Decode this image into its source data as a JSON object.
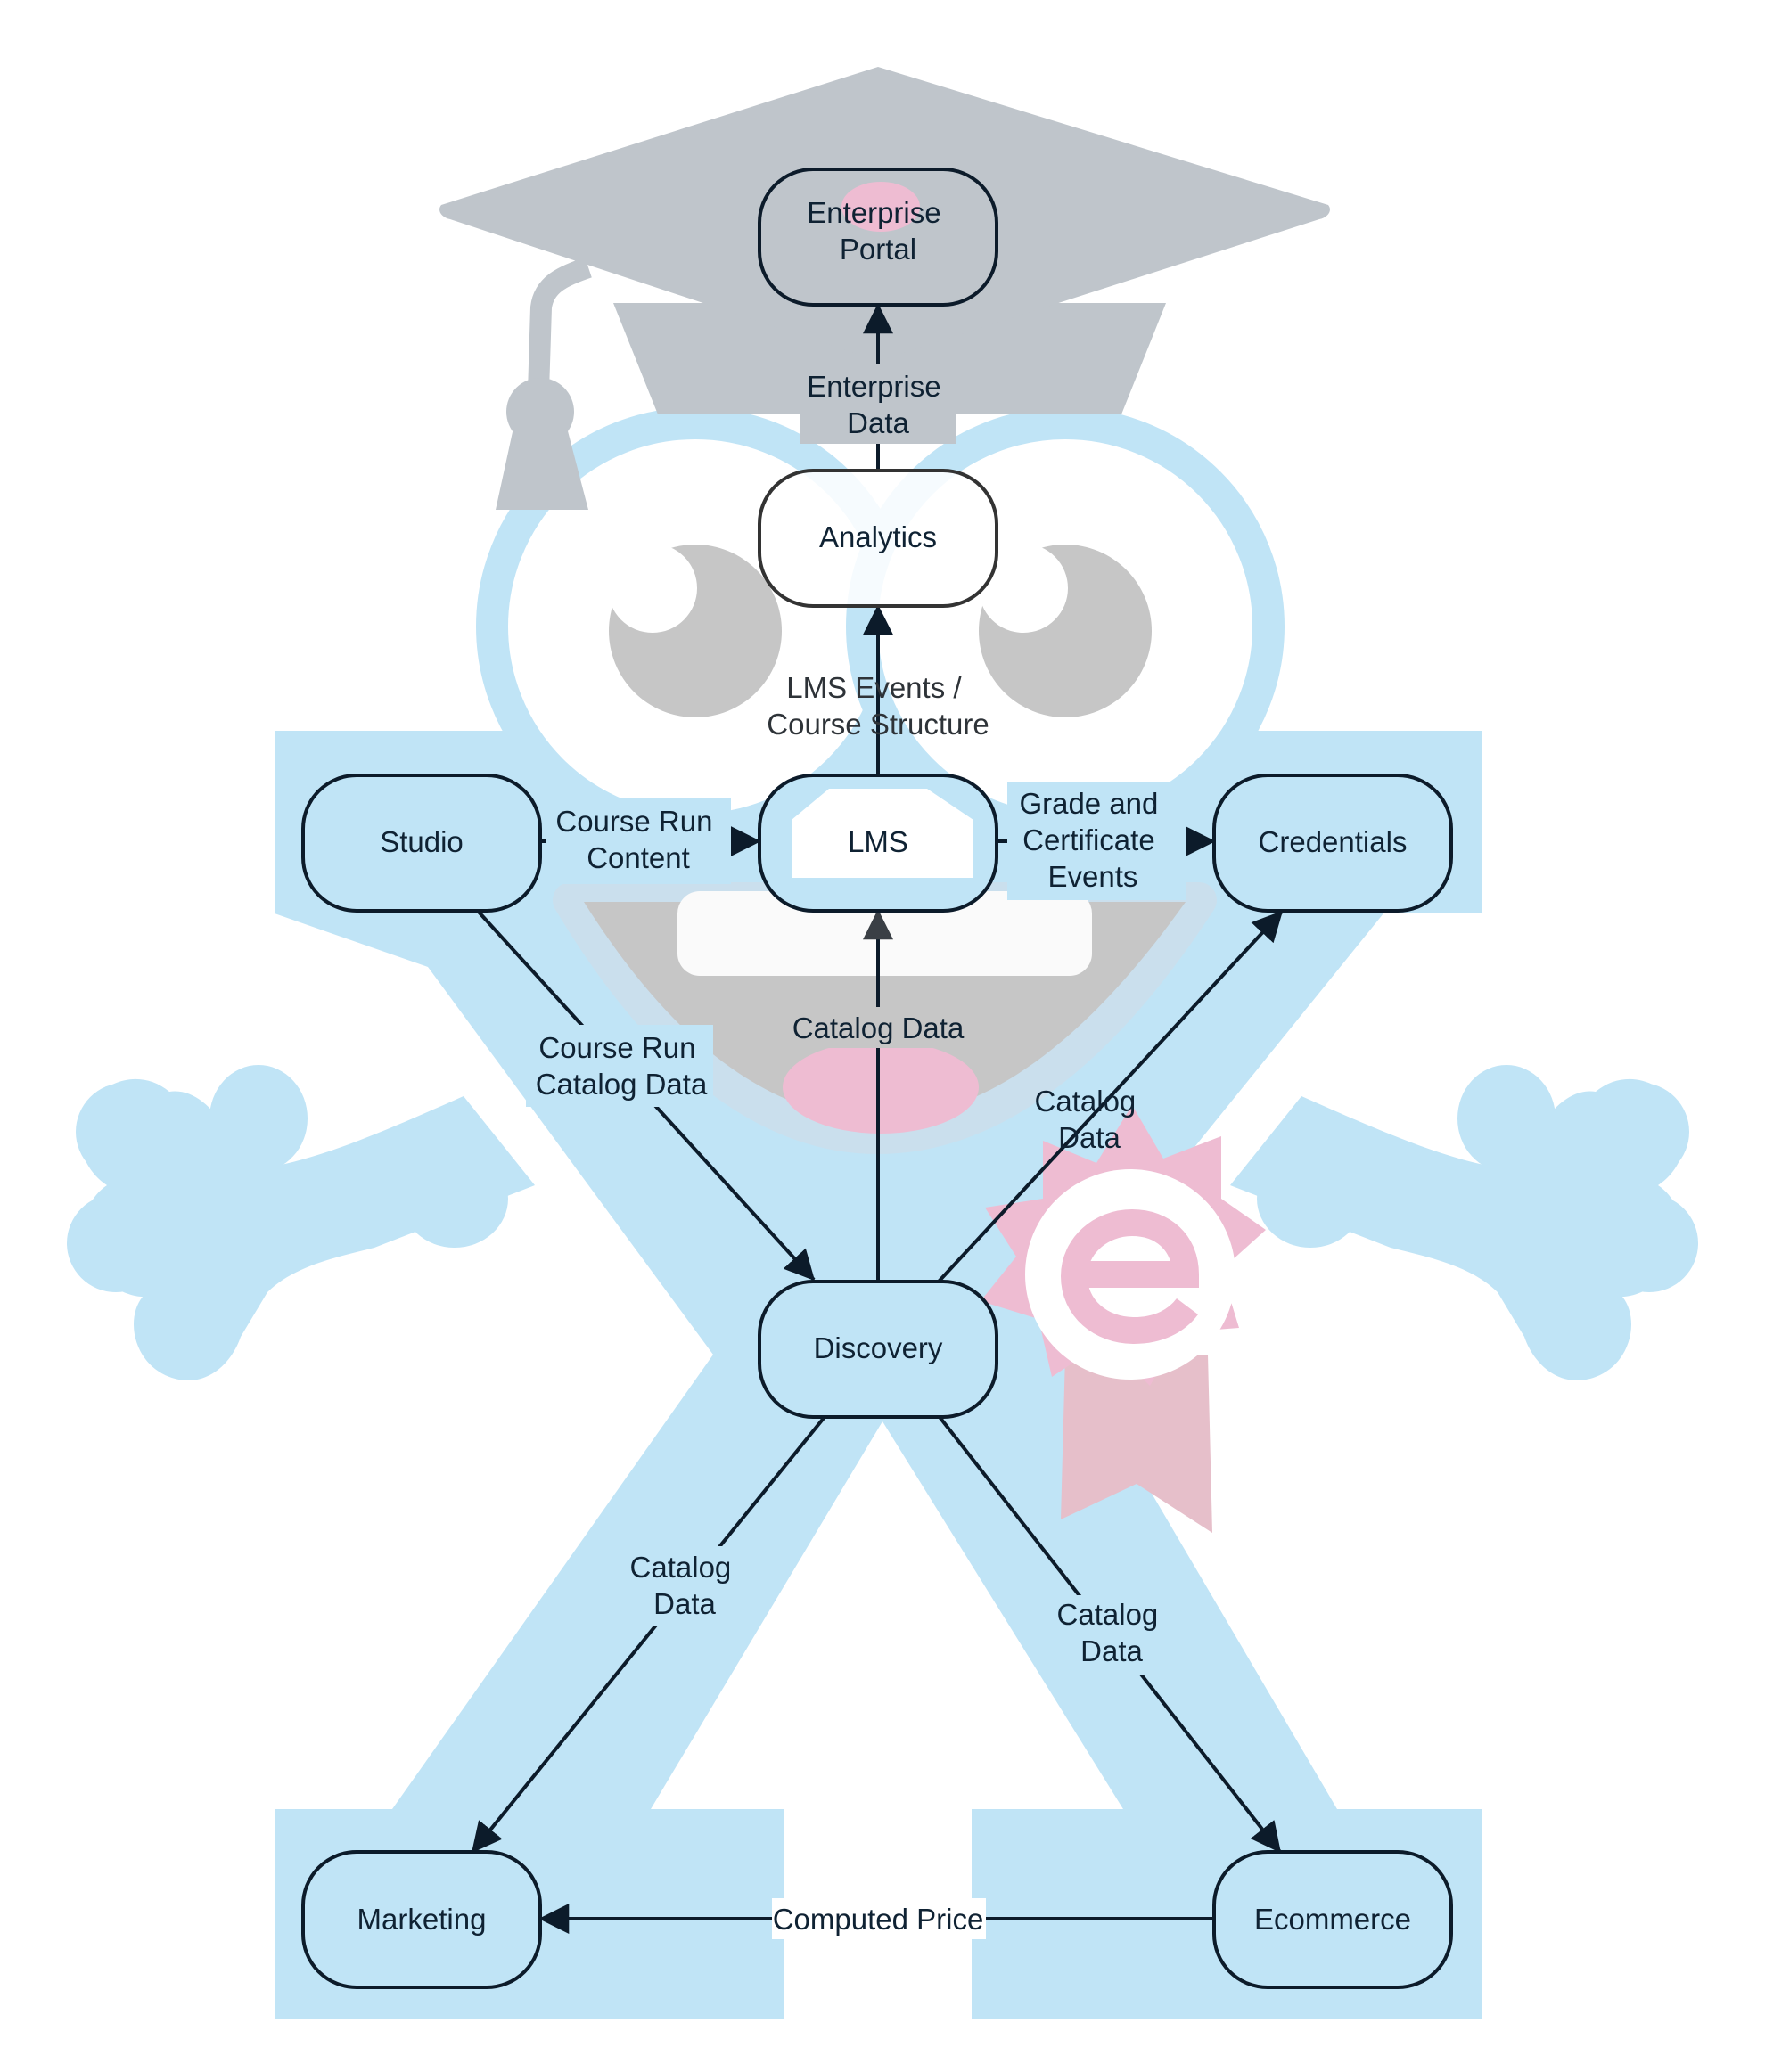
{
  "colors": {
    "mascot_blue": "#c0e4f6",
    "cap_gray": "#bfc5cb",
    "eye_gray": "#c6c6c6",
    "pink": "#eebcd2",
    "node_fill_blue": "#c0e4f6",
    "node_fill_white": "#ffffff",
    "node_stroke": "#0c1b2a",
    "arrow_dark": "#0c1b2a",
    "arrow_gray": "#3a3f45"
  },
  "background_icons": [
    "graduation-cap-icon",
    "mascot-x-icon",
    "badge-e-icon"
  ],
  "nodes": {
    "enterprise_portal": {
      "line1": "Enterprise",
      "line2": "Portal"
    },
    "analytics": {
      "label": "Analytics"
    },
    "studio": {
      "label": "Studio"
    },
    "lms": {
      "label": "LMS"
    },
    "credentials": {
      "label": "Credentials"
    },
    "discovery": {
      "label": "Discovery"
    },
    "marketing": {
      "label": "Marketing"
    },
    "ecommerce": {
      "label": "Ecommerce"
    }
  },
  "edges": {
    "analytics_to_portal": {
      "line1": "Enterprise",
      "line2": "Data"
    },
    "lms_to_analytics": {
      "line1": "LMS Events /",
      "line2": "Course Structure"
    },
    "studio_to_lms": {
      "line1": "Course Run",
      "line2": "Content"
    },
    "lms_to_credentials": {
      "line1": "Grade and",
      "line2": "Certificate",
      "line3": "Events"
    },
    "studio_to_discovery": {
      "line1": "Course Run",
      "line2": "Catalog Data"
    },
    "discovery_to_lms": {
      "label": "Catalog Data"
    },
    "discovery_to_credentials": {
      "line1": "Catalog",
      "line2": "Data"
    },
    "discovery_to_marketing": {
      "line1": "Catalog",
      "line2": "Data"
    },
    "discovery_to_ecommerce": {
      "line1": "Catalog",
      "line2": "Data"
    },
    "ecommerce_to_marketing": {
      "label": "Computed Price"
    }
  }
}
